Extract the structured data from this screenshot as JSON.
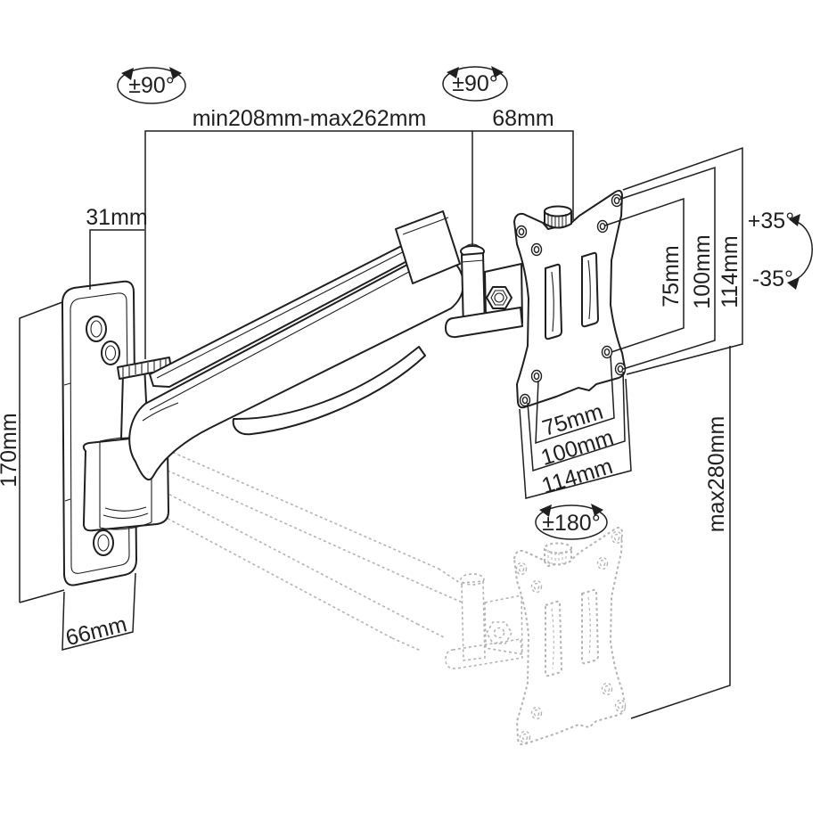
{
  "diagram": {
    "title": "Monitor wall mount arm dimension drawing",
    "labels": {
      "swivel_wall": "±90°",
      "swivel_head": "±90°",
      "arm_reach": "min208mm-max262mm",
      "head_depth": "68mm",
      "wall_plate_offset": "31mm",
      "wall_plate_height": "170mm",
      "wall_plate_width": "66mm",
      "tilt_up": "+35°",
      "tilt_down": "-35°",
      "vesa_height_75": "75mm",
      "vesa_height_100": "100mm",
      "vesa_height_114": "114mm",
      "vesa_width_75": "75mm",
      "vesa_width_100": "100mm",
      "vesa_width_114": "114mm",
      "rotation_range": "±180°",
      "vertical_travel": "max280mm"
    },
    "colors": {
      "line": "#1f1f1f",
      "ghost": "#b3b3b3",
      "background": "#ffffff"
    }
  }
}
